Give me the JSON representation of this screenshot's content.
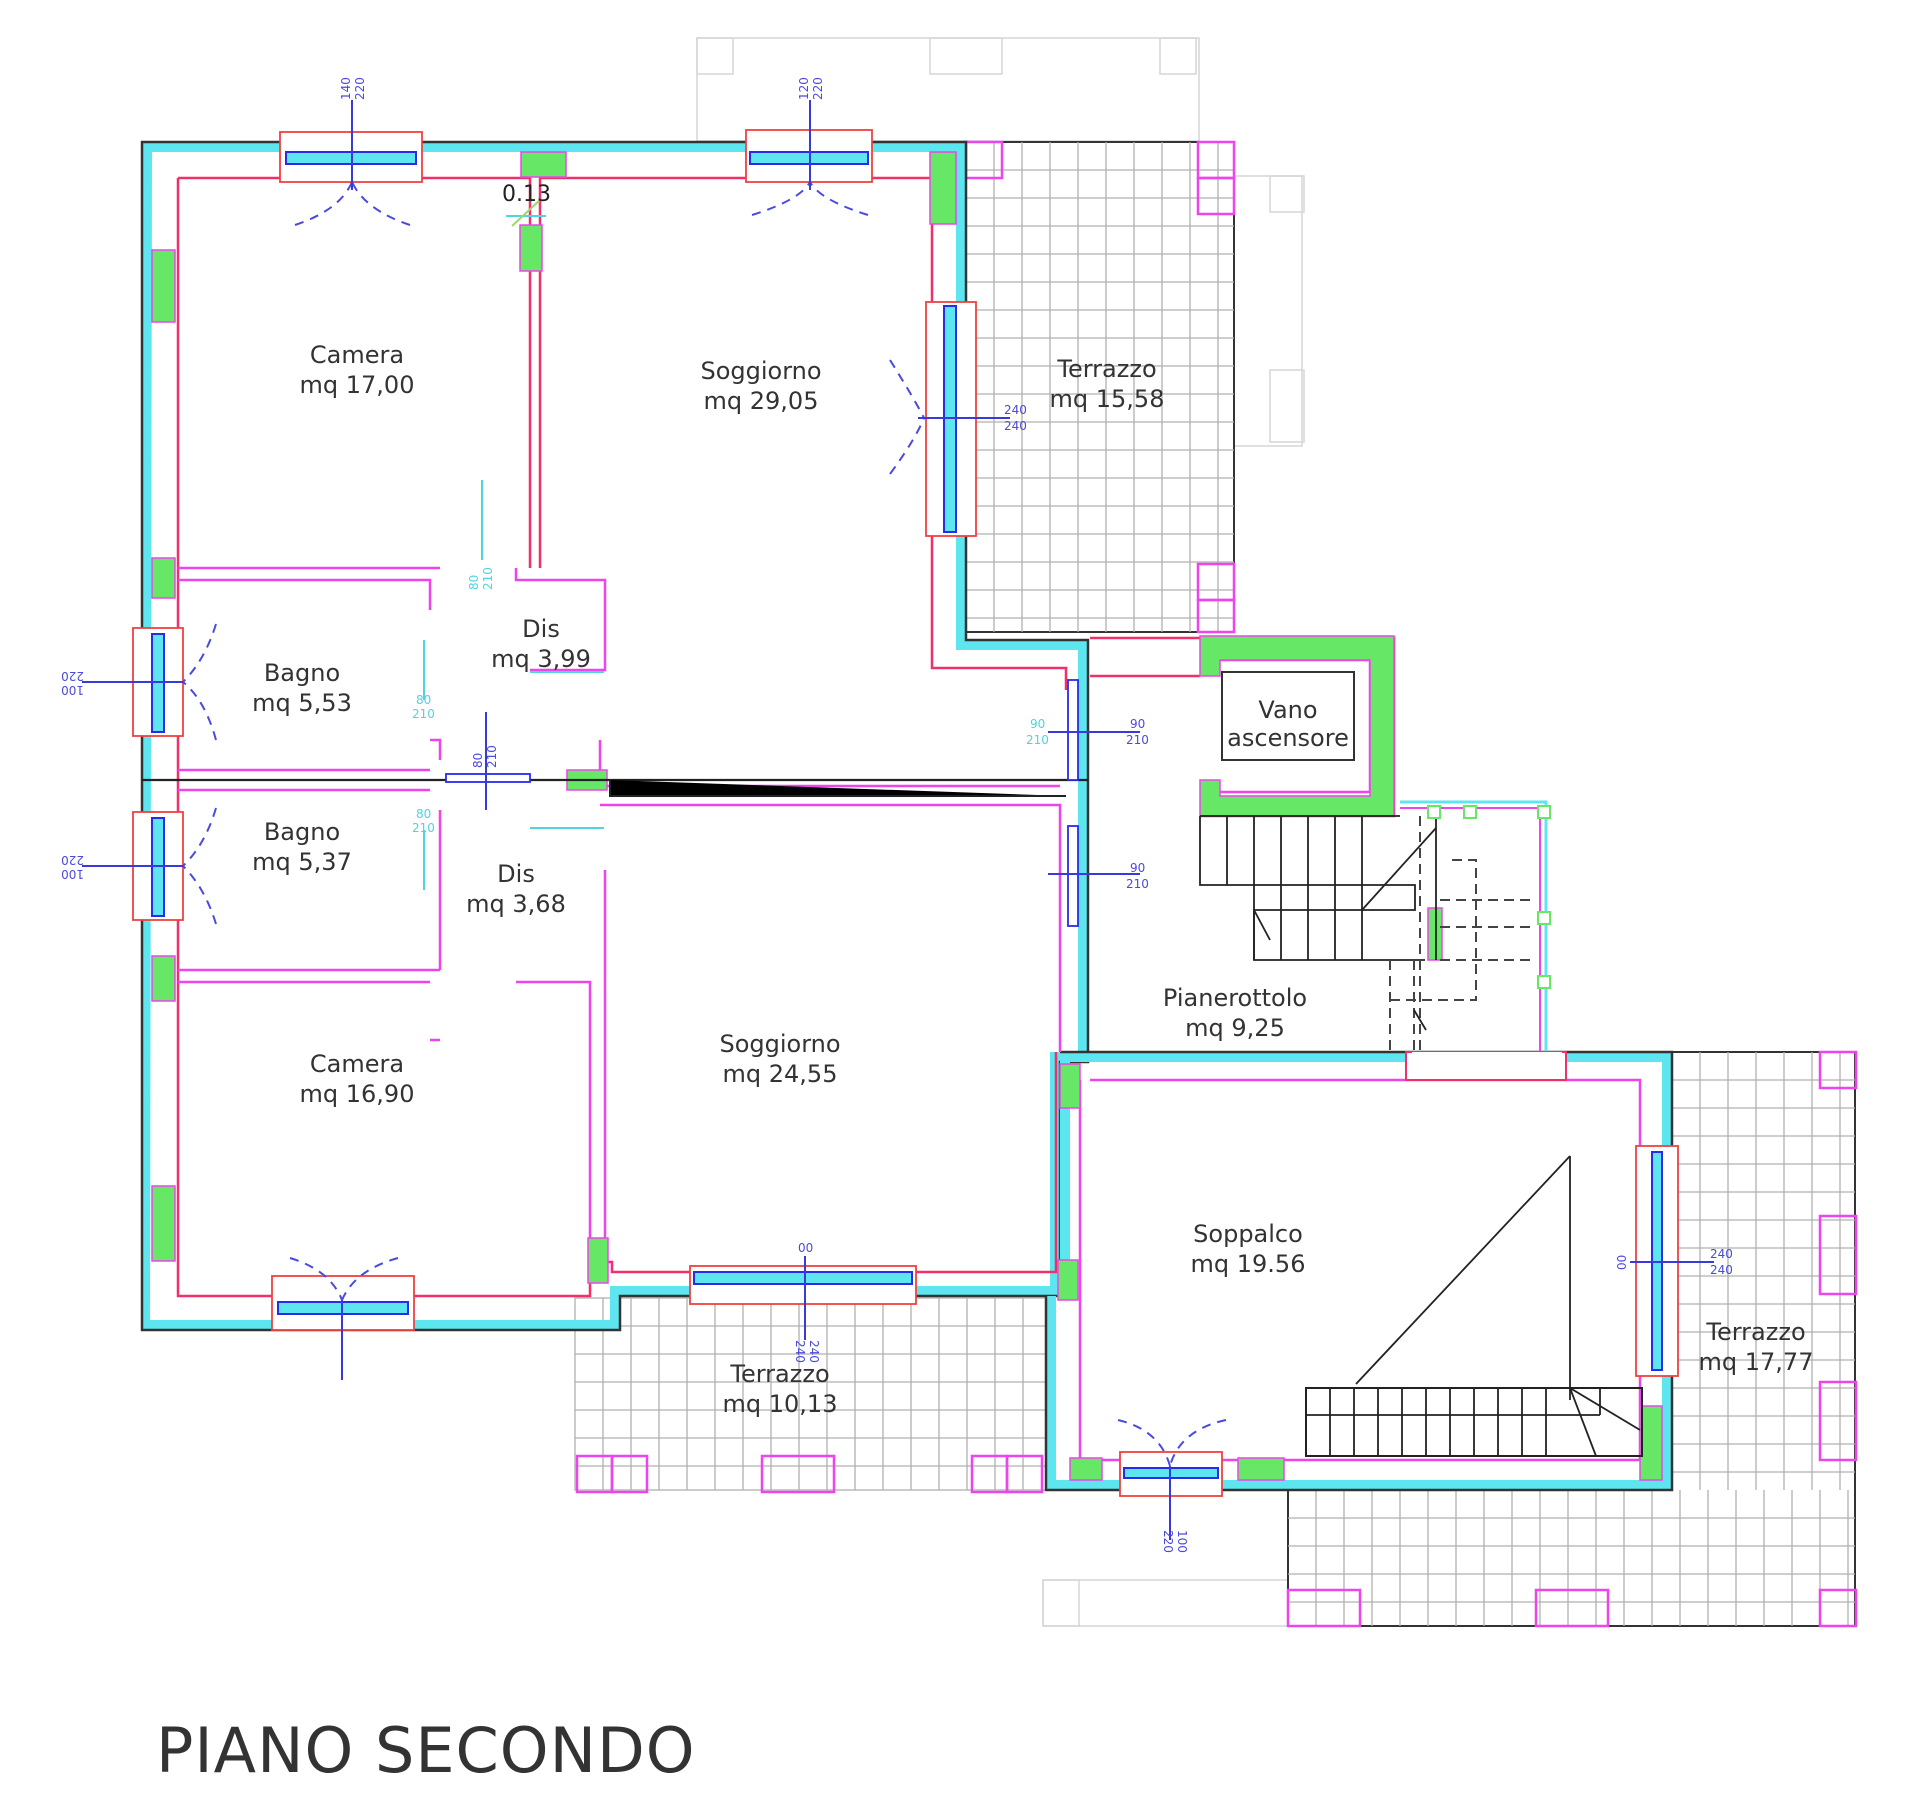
{
  "plan": {
    "title": "PIANO SECONDO",
    "annotation": "0.13"
  },
  "rooms": [
    {
      "id": "camera-1",
      "name": "Camera",
      "area": "mq 17,00"
    },
    {
      "id": "soggiorno-1",
      "name": "Soggiorno",
      "area": "mq 29,05"
    },
    {
      "id": "terrazzo-1",
      "name": "Terrazzo",
      "area": "mq 15,58"
    },
    {
      "id": "dis-1",
      "name": "Dis",
      "area": "mq 3,99"
    },
    {
      "id": "bagno-1",
      "name": "Bagno",
      "area": "mq 5,53"
    },
    {
      "id": "vano-ascensore",
      "name": "Vano",
      "area": "ascensore"
    },
    {
      "id": "bagno-2",
      "name": "Bagno",
      "area": "mq 5,37"
    },
    {
      "id": "dis-2",
      "name": "Dis",
      "area": "mq 3,68"
    },
    {
      "id": "pianerottolo",
      "name": "Pianerottolo",
      "area": "mq 9,25"
    },
    {
      "id": "camera-2",
      "name": "Camera",
      "area": "mq 16,90"
    },
    {
      "id": "soggiorno-2",
      "name": "Soggiorno",
      "area": "mq 24,55"
    },
    {
      "id": "soppalco",
      "name": "Soppalco",
      "area": "mq 19.56"
    },
    {
      "id": "terrazzo-2",
      "name": "Terrazzo",
      "area": "mq 10,13"
    },
    {
      "id": "terrazzo-3",
      "name": "Terrazzo",
      "area": "mq 17,77"
    }
  ],
  "dimensions": {
    "win_camera_top": [
      "140",
      "220"
    ],
    "win_soggiorno_top": [
      "120",
      "220"
    ],
    "win_soggiorno_side": [
      "240",
      "240"
    ],
    "win_bagno_1": [
      "100",
      "220"
    ],
    "win_bagno_2": [
      "100",
      "220"
    ],
    "door_dis_1": [
      "80",
      "210"
    ],
    "door_bagno_1": [
      "80",
      "210"
    ],
    "door_dis_mid": [
      "80",
      "210"
    ],
    "door_bagno_2": [
      "80",
      "210"
    ],
    "door_landing_1": [
      "90",
      "210"
    ],
    "door_landing_1_inner": [
      "90",
      "210"
    ],
    "door_landing_2": [
      "90",
      "210"
    ],
    "win_soggiorno_bottom": [
      "240",
      "240",
      "00"
    ],
    "win_soppalco_side": [
      "240",
      "240",
      "00"
    ],
    "win_soppalco_bottom": [
      "100",
      "220"
    ]
  },
  "colors": {
    "exterior_wall": "#333333",
    "insulation": "#5ee6f0",
    "interior_wall_red": "#f0306a",
    "interior_wall_magenta": "#ee44ee",
    "pillar": "#66e866",
    "window_glass": "#5ee6f0",
    "dimension_text": "#4a4adc"
  }
}
